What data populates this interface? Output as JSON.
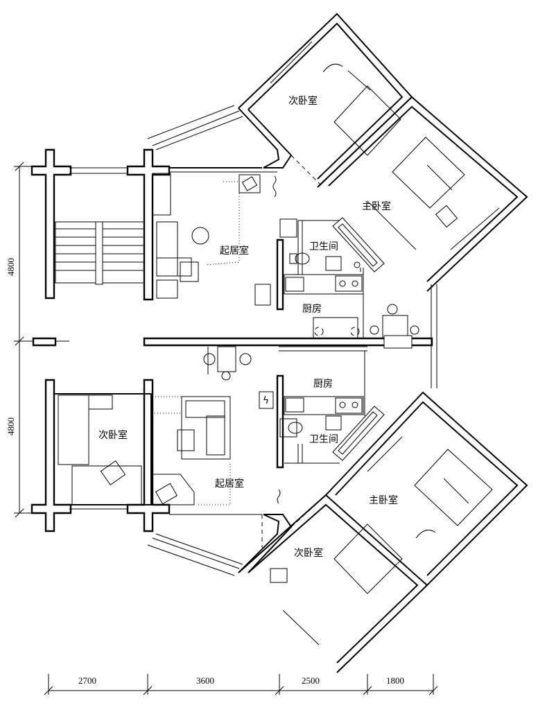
{
  "rooms": {
    "upper_secondary_bedroom_right": "次卧室",
    "upper_master_bedroom": "主卧室",
    "upper_living_room": "起居室",
    "upper_bathroom": "卫生间",
    "upper_kitchen": "厨房",
    "lower_kitchen": "厨房",
    "lower_bathroom": "卫生间",
    "lower_secondary_bedroom_left": "次卧室",
    "lower_living_room": "起居室",
    "lower_master_bedroom": "主卧室",
    "lower_secondary_bedroom_right": "次卧室"
  },
  "dimensions": {
    "vertical": [
      "4800",
      "4800"
    ],
    "horizontal": [
      "2700",
      "3600",
      "2500",
      "1800"
    ]
  },
  "electric_panel_symbol": "ϟ"
}
